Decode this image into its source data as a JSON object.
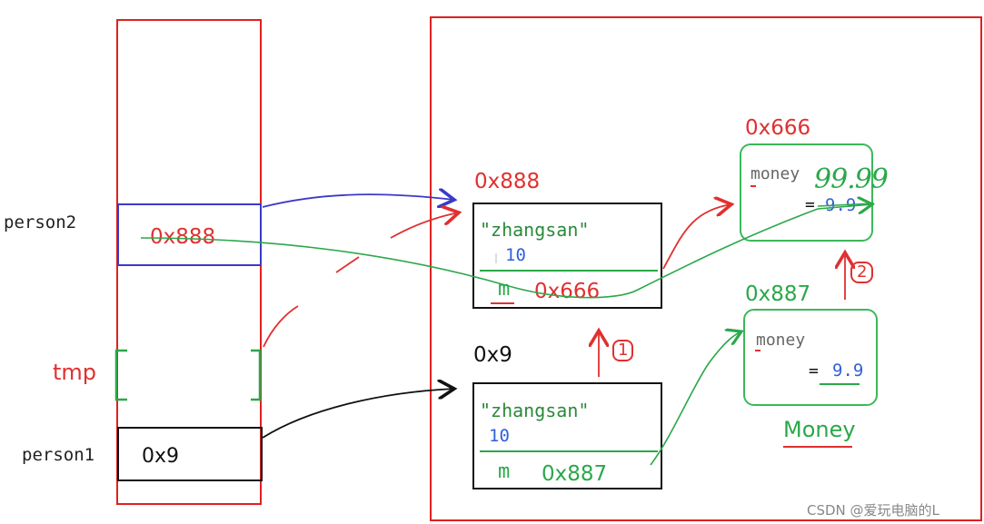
{
  "stack": {
    "labels": {
      "person2": "person2",
      "tmp": "tmp",
      "person1": "person1"
    },
    "person2_value": "0x888",
    "person1_value": "0x9"
  },
  "heap": {
    "obj_888": {
      "address": "0x888",
      "name": "\"zhangsan\"",
      "age": "10",
      "m_label": "m",
      "m_value": "0x666"
    },
    "obj_9": {
      "address": "0x9",
      "name": "\"zhangsan\"",
      "age": "10",
      "m_label": "m",
      "m_value": "0x887"
    },
    "money_666": {
      "address": "0x666",
      "field": "money",
      "eq": "=",
      "value": "9.9",
      "handwritten_new": "99.99"
    },
    "money_887": {
      "address": "0x887",
      "field": "money",
      "eq": "=",
      "value": "9.9",
      "class_label": "Money"
    },
    "step_labels": {
      "one": "1",
      "two": "2"
    }
  },
  "watermark": "CSDN @爱玩电脑的L",
  "colors": {
    "frame": "#e02020",
    "green": "#2aa84a",
    "blue": "#3a3ac8",
    "annotation_red": "#e03030"
  }
}
